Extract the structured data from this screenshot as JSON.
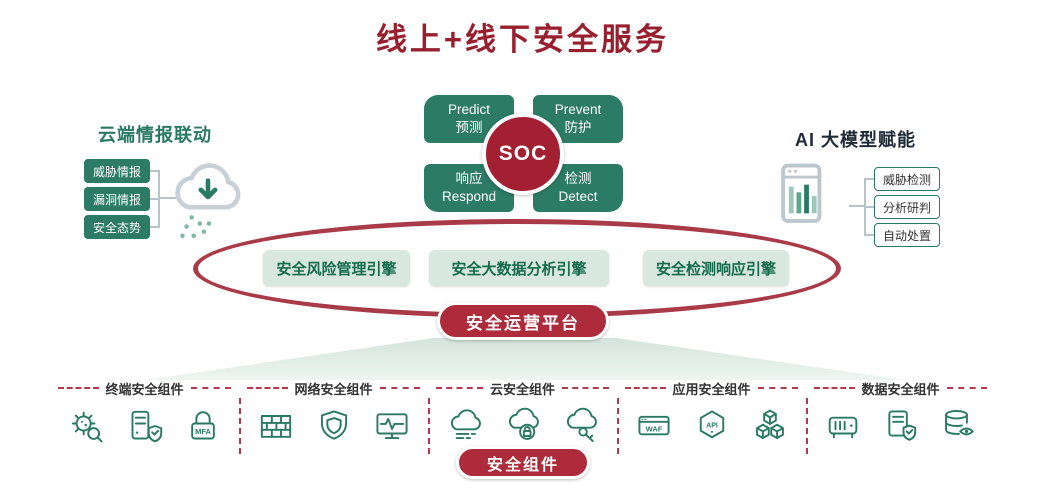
{
  "title": "线上+线下安全服务",
  "soc": {
    "label": "SOC",
    "quadrants": [
      {
        "line1": "Predict",
        "line2": "预测"
      },
      {
        "line1": "Prevent",
        "line2": "防护"
      },
      {
        "line1": "响应",
        "line2": "Respond"
      },
      {
        "line1": "检测",
        "line2": "Detect"
      }
    ]
  },
  "left_panel": {
    "title": "云端情报联动",
    "items": [
      "威胁情报",
      "漏洞情报",
      "安全态势"
    ],
    "icon": "cloud-intel-icon"
  },
  "right_panel": {
    "title": "AI 大模型赋能",
    "items": [
      "威胁检测",
      "分析研判",
      "自动处置"
    ],
    "icon": "ai-server-icon"
  },
  "engines": [
    "安全风险管理引擎",
    "安全大数据分析引擎",
    "安全检测响应引擎"
  ],
  "platform_label": "安全运营平台",
  "components_label": "安全组件",
  "component_groups": [
    {
      "title": "终端安全组件",
      "icons": [
        "virus-scan-icon",
        "server-shield-icon",
        "mfa-lock-icon"
      ]
    },
    {
      "title": "网络安全组件",
      "icons": [
        "firewall-icon",
        "shield-icon",
        "monitor-pulse-icon"
      ]
    },
    {
      "title": "云安全组件",
      "icons": [
        "cloud-server-icon",
        "cloud-lock-icon",
        "cloud-key-icon"
      ]
    },
    {
      "title": "应用安全组件",
      "icons": [
        "waf-icon",
        "api-icon",
        "cubes-icon"
      ]
    },
    {
      "title": "数据安全组件",
      "icons": [
        "server-rack-icon",
        "doc-shield-icon",
        "database-eye-icon"
      ]
    }
  ],
  "icon_texts": {
    "mfa": "MFA",
    "waf": "WAF",
    "api": "API"
  },
  "colors": {
    "primary_red": "#98202e",
    "pill_red": "#ad2b3a",
    "green": "#2a7a63",
    "light_green": "#d8e8e0",
    "engine_text": "#156b4f"
  }
}
